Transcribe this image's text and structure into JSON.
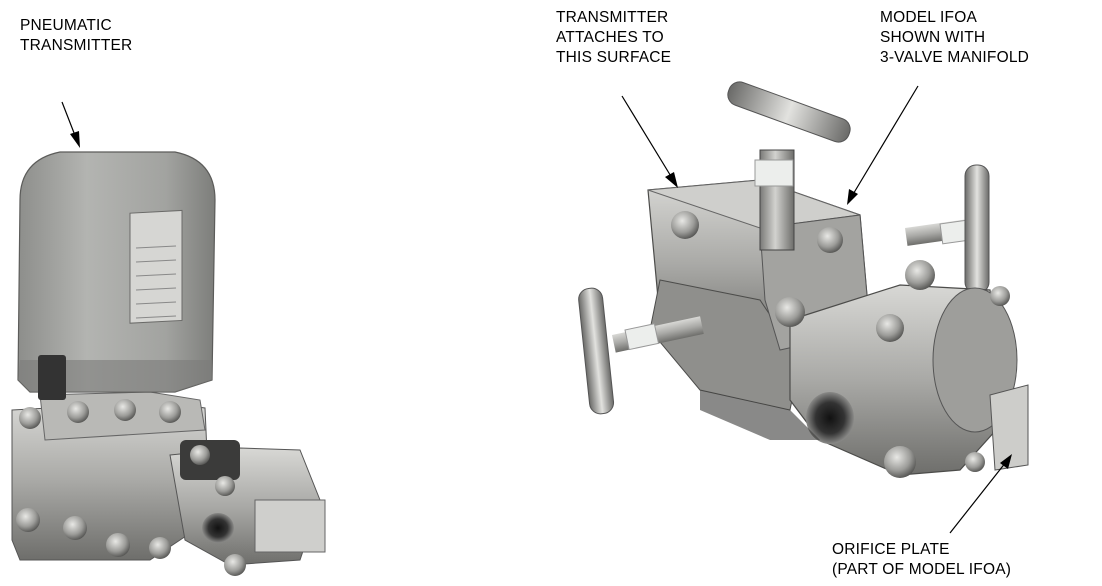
{
  "callouts": {
    "pneumatic_transmitter": [
      "PNEUMATIC",
      "TRANSMITTER"
    ],
    "transmitter_surface": [
      "TRANSMITTER",
      "ATTACHES TO",
      "THIS SURFACE"
    ],
    "model_ifoa": [
      "MODEL IFOA",
      "SHOWN WITH",
      "3-VALVE MANIFOLD"
    ],
    "orifice_plate": [
      "ORIFICE PLATE",
      "(PART OF MODEL IFOA)"
    ]
  },
  "colors": {
    "housing": "#a9aaa7",
    "steel_light": "#c9c9c6",
    "steel_mid": "#9d9d9a",
    "steel_dark": "#5e5e5c",
    "shadow": "#2e2e2e",
    "ptfe": "#e9ece9"
  }
}
